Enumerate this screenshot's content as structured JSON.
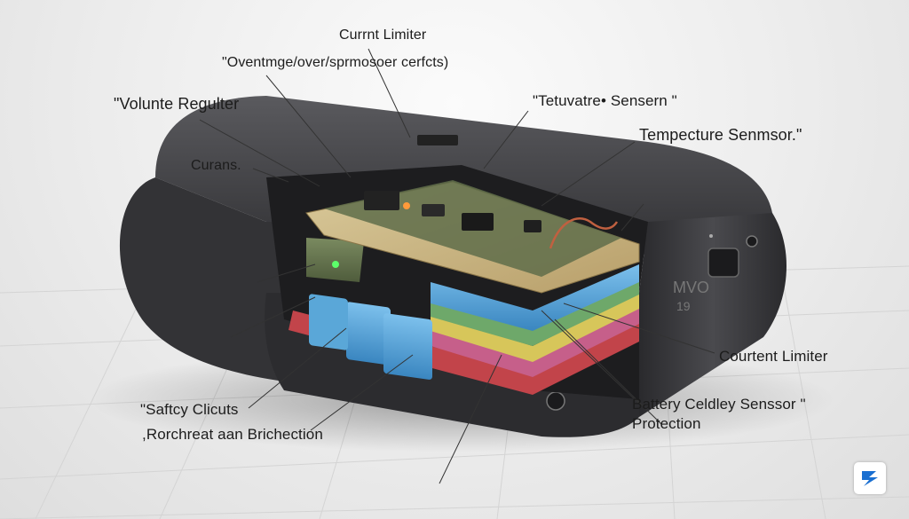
{
  "labels": {
    "current_limiter_top": "Currnt Limiter",
    "overcharge": "\"Oventmge/over/sprmosoer cerfcts)",
    "voltage_regulator": "\"Volunte Regulter",
    "temp_sensor_top": "\"Tetuvatre• Sensern \"",
    "temp_sensor": "Tempecture Senmsor.\"",
    "curans": "Curans.",
    "current_limiter": "Courtent Limiter",
    "battery_cell_sensor": "Battery Celdley  Senssor \"",
    "protection": "Protection",
    "safety_circuits": "\"Saftcy Clicuts",
    "short_circuit": ",Rorchreat aan Brichection",
    "device_port_label": "MVO",
    "device_port_sub": "19"
  },
  "colors": {
    "case": "#3d3d40",
    "pcb": "#c9b78a",
    "cell_blue": "#4f9bd0",
    "cell_green": "#6ea86a",
    "cell_pink": "#c65f8a",
    "cell_red": "#c2444a",
    "logo_blue": "#1a6fd1"
  },
  "icons": {
    "logo": "lightning-chevron-logo"
  }
}
